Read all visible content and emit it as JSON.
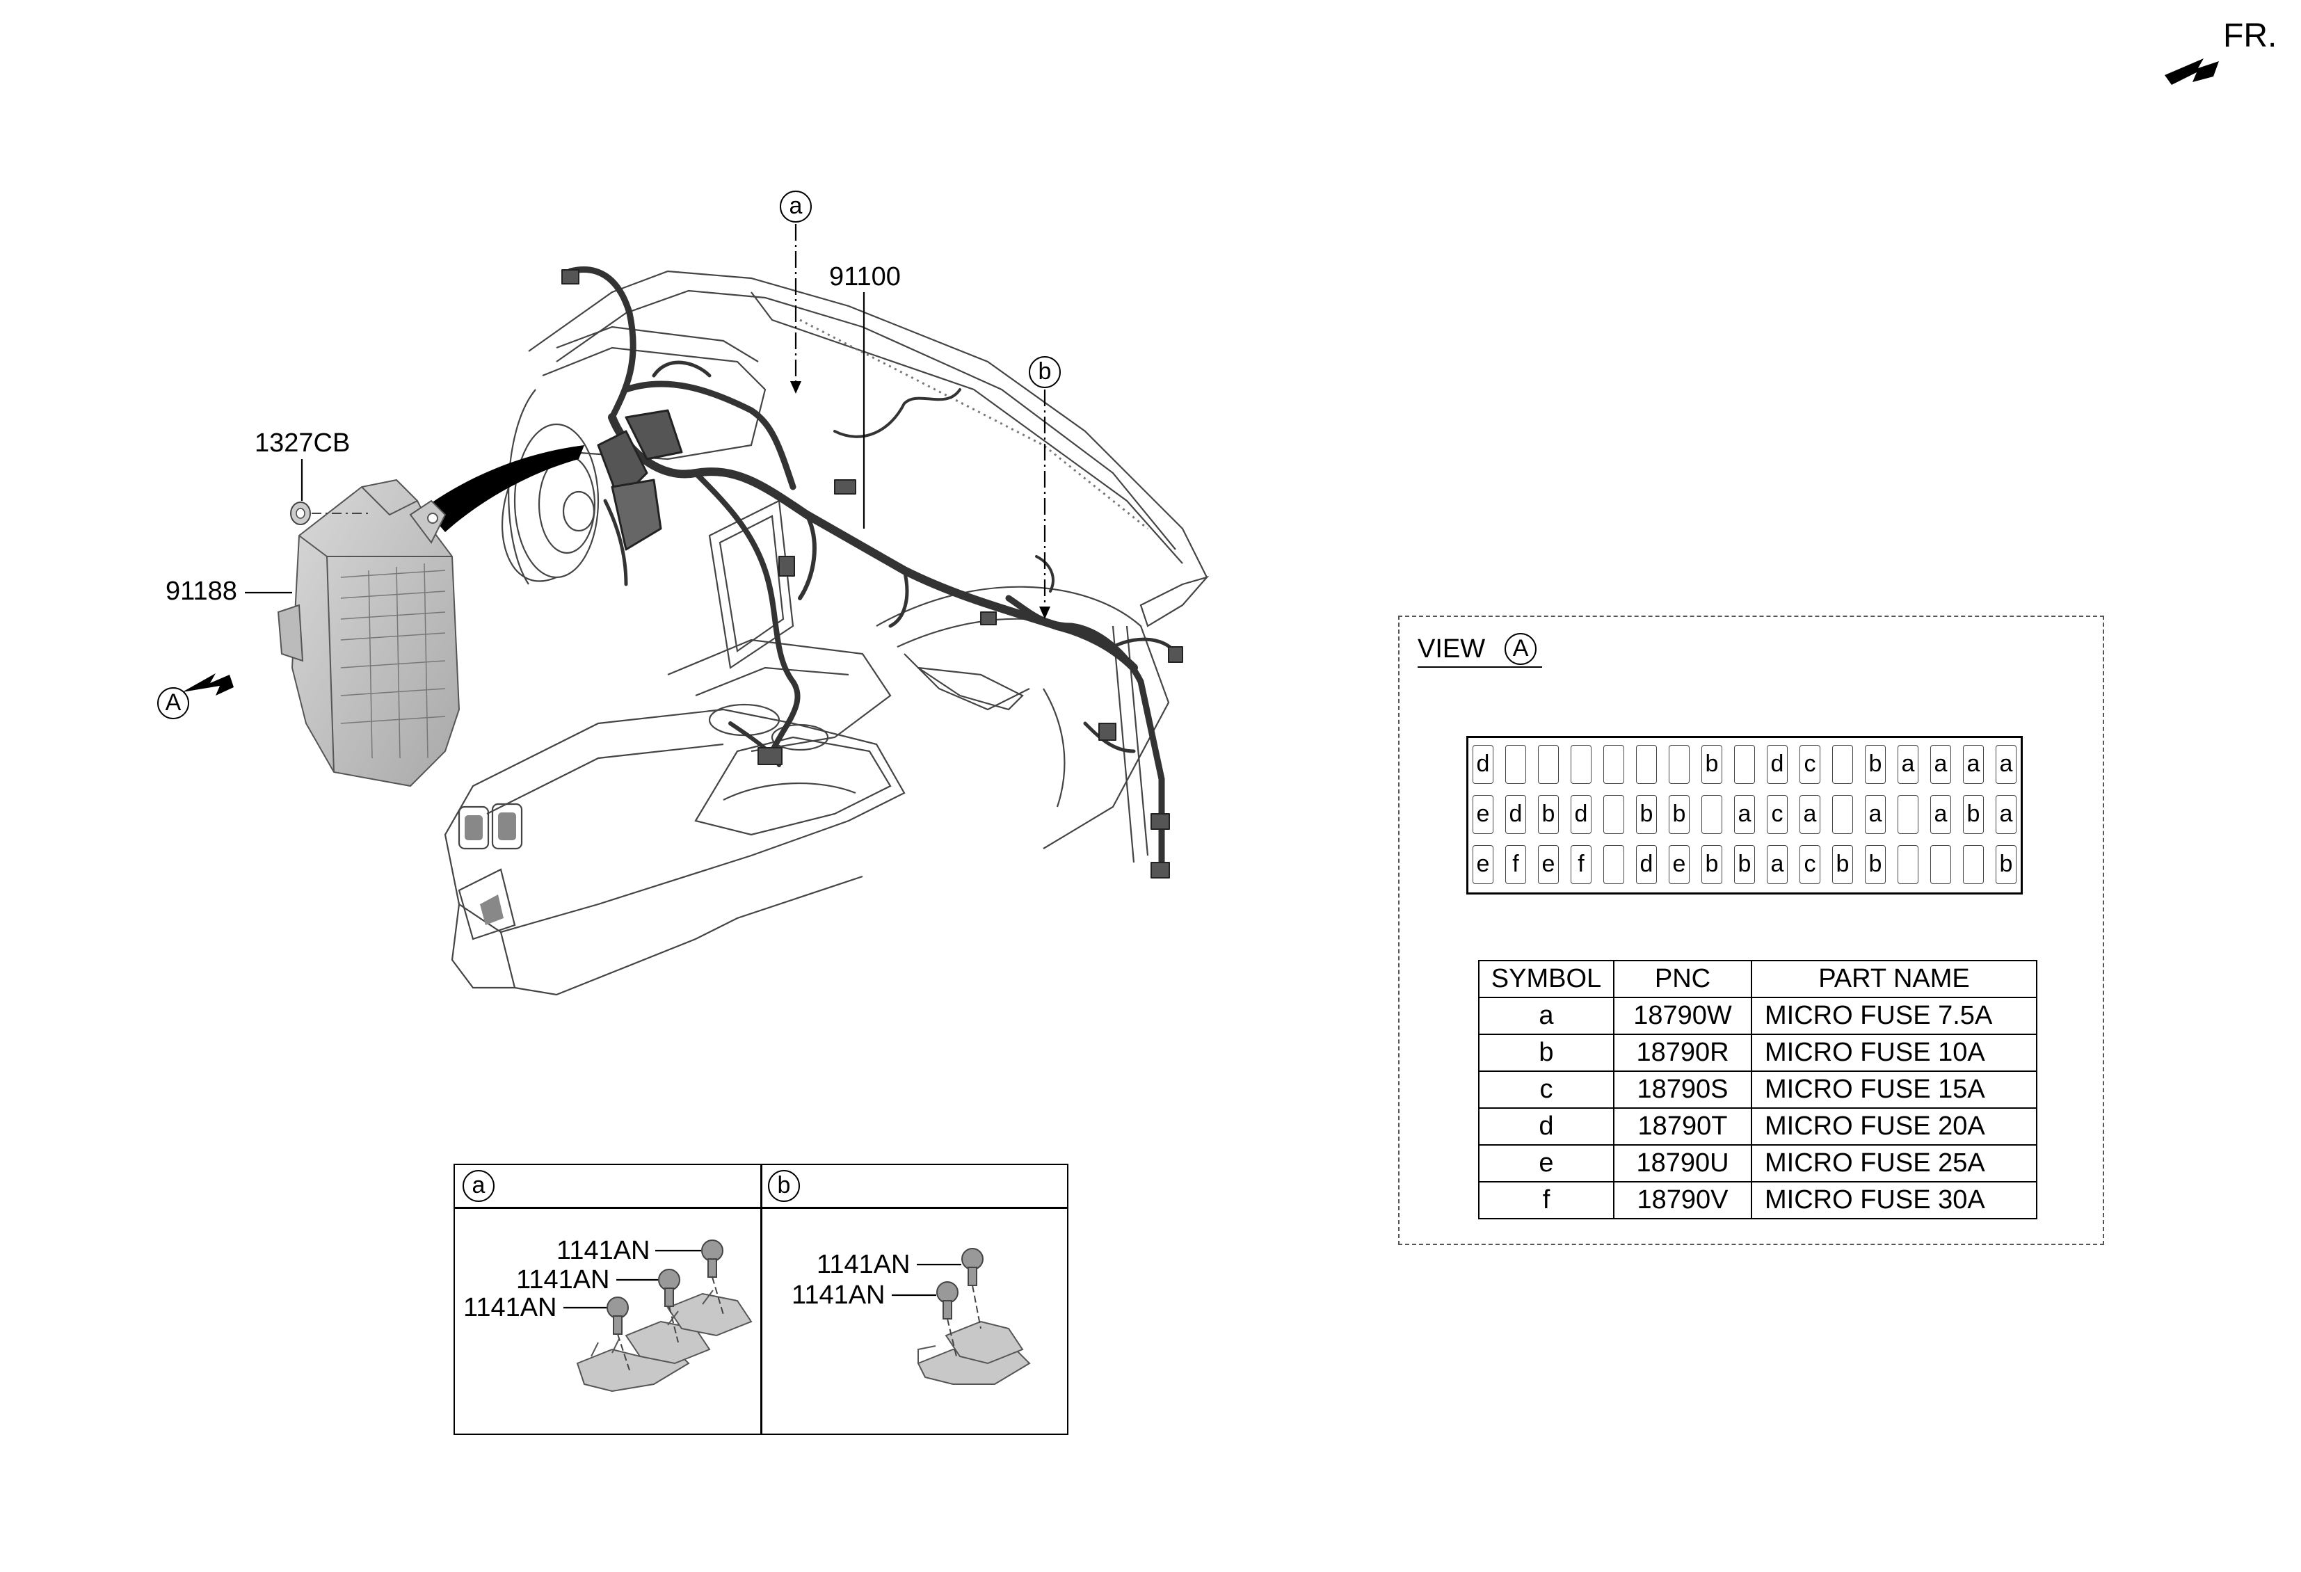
{
  "orientation": {
    "label": "FR."
  },
  "callouts": {
    "a": "a",
    "b": "b",
    "view_a": "A"
  },
  "parts": {
    "main_harness": "91100",
    "junction_box": "91188",
    "nut": "1327CB"
  },
  "detail_a": {
    "symbol": "a",
    "parts": [
      "1141AN",
      "1141AN",
      "1141AN"
    ]
  },
  "detail_b": {
    "symbol": "b",
    "parts": [
      "1141AN",
      "1141AN"
    ]
  },
  "view_a": {
    "title": "VIEW",
    "symbol": "A",
    "fuse_rows": [
      [
        "d",
        "",
        "",
        "",
        "",
        "",
        "",
        "b",
        "",
        "d",
        "c",
        "",
        "b",
        "a",
        "a",
        "a",
        "a"
      ],
      [
        "e",
        "d",
        "b",
        "d",
        "",
        "b",
        "b",
        "",
        "a",
        "c",
        "a",
        "",
        "a",
        "",
        "a",
        "b",
        "a"
      ],
      [
        "e",
        "f",
        "e",
        "f",
        "",
        "d",
        "e",
        "b",
        "b",
        "a",
        "c",
        "b",
        "b",
        "",
        "",
        "",
        "b"
      ]
    ]
  },
  "fuse_table": {
    "headers": [
      "SYMBOL",
      "PNC",
      "PART NAME"
    ],
    "rows": [
      [
        "a",
        "18790W",
        "MICRO FUSE 7.5A"
      ],
      [
        "b",
        "18790R",
        "MICRO FUSE 10A"
      ],
      [
        "c",
        "18790S",
        "MICRO FUSE 15A"
      ],
      [
        "d",
        "18790T",
        "MICRO FUSE 20A"
      ],
      [
        "e",
        "18790U",
        "MICRO FUSE 25A"
      ],
      [
        "f",
        "18790V",
        "MICRO FUSE 30A"
      ]
    ]
  }
}
